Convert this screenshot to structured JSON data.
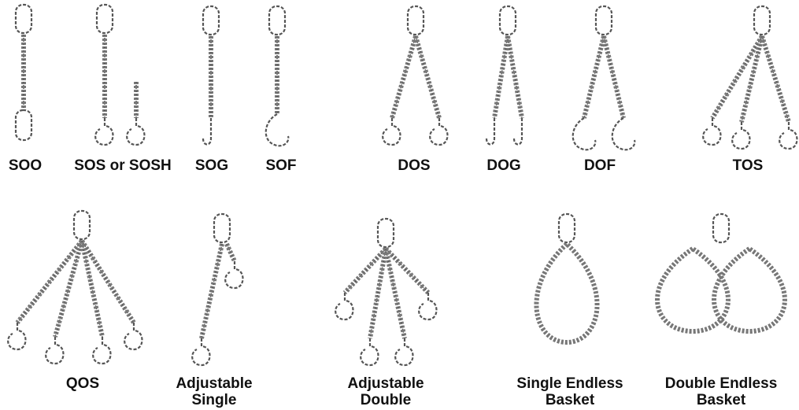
{
  "figure": {
    "colors": {
      "ink": "#555555",
      "chain": "#777777",
      "text": "#111111",
      "background": "#ffffff"
    },
    "row1": [
      {
        "id": "soo",
        "label": "SOO",
        "icon": "single-leg-oblong-oblong-sling-icon"
      },
      {
        "id": "sos",
        "label": "SOS or SOSH",
        "icon": "single-leg-sling-hook-options-icon"
      },
      {
        "id": "sog",
        "label": "SOG",
        "icon": "single-leg-grab-hook-sling-icon"
      },
      {
        "id": "sof",
        "label": "SOF",
        "icon": "single-leg-foundry-hook-sling-icon"
      },
      {
        "id": "dos",
        "label": "DOS",
        "icon": "double-leg-sling-hook-icon"
      },
      {
        "id": "dog",
        "label": "DOG",
        "icon": "double-leg-grab-hook-icon"
      },
      {
        "id": "dof",
        "label": "DOF",
        "icon": "double-leg-foundry-hook-icon"
      },
      {
        "id": "tos",
        "label": "TOS",
        "icon": "triple-leg-sling-hook-icon"
      }
    ],
    "row2": [
      {
        "id": "qos",
        "line1": "QOS",
        "line2": "",
        "icon": "quad-leg-sling-hook-icon"
      },
      {
        "id": "adj-single",
        "line1": "Adjustable",
        "line2": "Single",
        "icon": "adjustable-single-sling-icon"
      },
      {
        "id": "adj-double",
        "line1": "Adjustable",
        "line2": "Double",
        "icon": "adjustable-double-sling-icon"
      },
      {
        "id": "seb",
        "line1": "Single Endless",
        "line2": "Basket",
        "icon": "single-endless-basket-icon"
      },
      {
        "id": "deb",
        "line1": "Double Endless",
        "line2": "Basket",
        "icon": "double-endless-basket-icon"
      }
    ]
  }
}
